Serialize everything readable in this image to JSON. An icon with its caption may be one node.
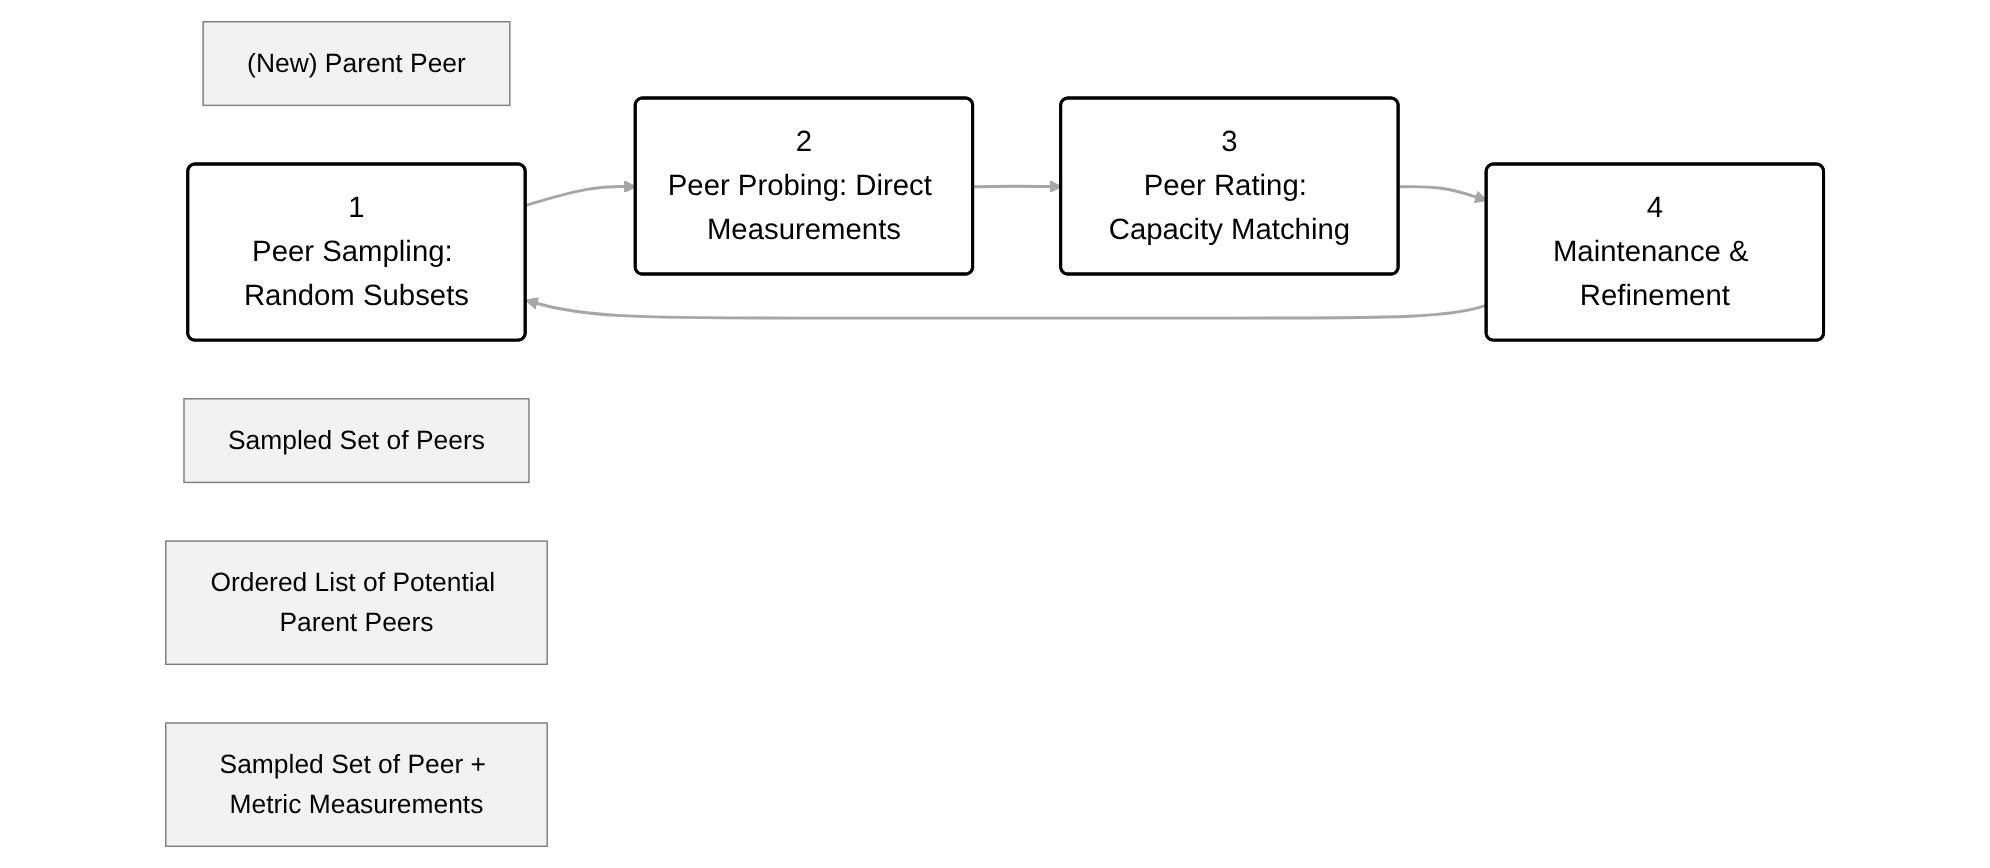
{
  "diagram": {
    "nodes": [
      {
        "text": [
          "(New) Parent Peer"
        ]
      },
      {
        "text": [
          "1",
          "Peer Sampling: Random Subsets"
        ]
      },
      {
        "text": [
          "Sampled Set of Peers"
        ]
      },
      {
        "text": [
          "4",
          "Maintenance & Refinement"
        ]
      },
      {
        "text": [
          "2",
          "Peer Probing: Direct Measurements"
        ]
      },
      {
        "text": [
          "Ordered List of Potential Parent Peers"
        ]
      },
      {
        "text": [
          "3",
          "Peer Rating: Capacity Matching"
        ]
      },
      {
        "text": [
          "Sampled Set of Peer + Metric Measurements"
        ]
      }
    ],
    "edges": [
      {
        "from": 3,
        "to": 1,
        "arrow": "to"
      },
      {
        "from": 1,
        "to": 4,
        "arrow": "to"
      },
      {
        "from": 4,
        "to": 6,
        "arrow": "to"
      },
      {
        "from": 6,
        "to": 3,
        "arrow": "to"
      }
    ]
  }
}
